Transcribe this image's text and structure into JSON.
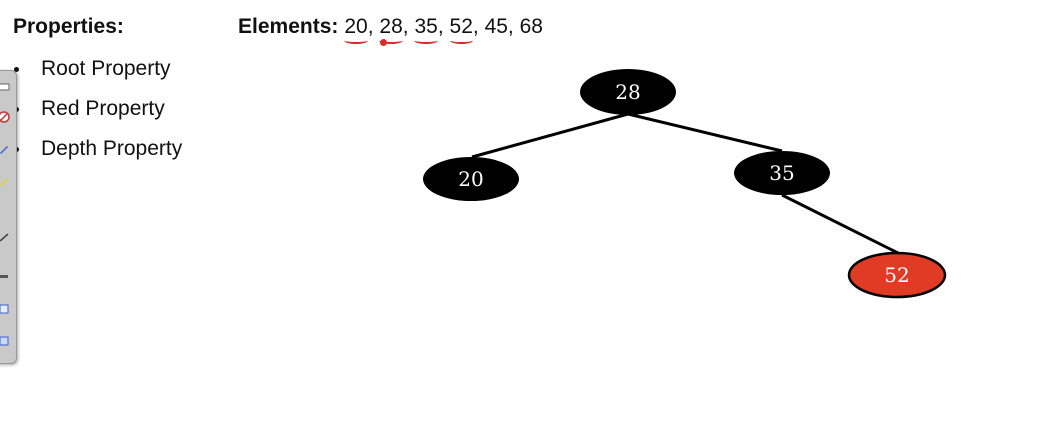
{
  "properties": {
    "heading": "Properties:",
    "items": [
      "Root Property",
      "Red Property",
      "Depth Property"
    ]
  },
  "elements": {
    "label": "Elements:",
    "values": [
      "20",
      "28",
      "35",
      "52",
      "45",
      "68"
    ],
    "separators": [
      ",",
      ",",
      ",",
      ",",
      ","
    ]
  },
  "tree": {
    "nodes": [
      {
        "value": "28",
        "color": "black"
      },
      {
        "value": "20",
        "color": "black"
      },
      {
        "value": "35",
        "color": "black"
      },
      {
        "value": "52",
        "color": "red"
      }
    ],
    "edges": [
      {
        "from": "28",
        "to": "20"
      },
      {
        "from": "28",
        "to": "35"
      },
      {
        "from": "35",
        "to": "52"
      }
    ]
  },
  "colors": {
    "black_node": "#000000",
    "red_node": "#e03b24",
    "edge": "#000000",
    "annotation": "#d2302a",
    "node_text": "#ffffff"
  },
  "toolbar": {
    "icons": [
      "pen-icon",
      "eraser-icon",
      "marker-icon",
      "highlighter-icon",
      "line-icon",
      "text-icon",
      "screen-icon",
      "whiteboard-icon"
    ]
  }
}
